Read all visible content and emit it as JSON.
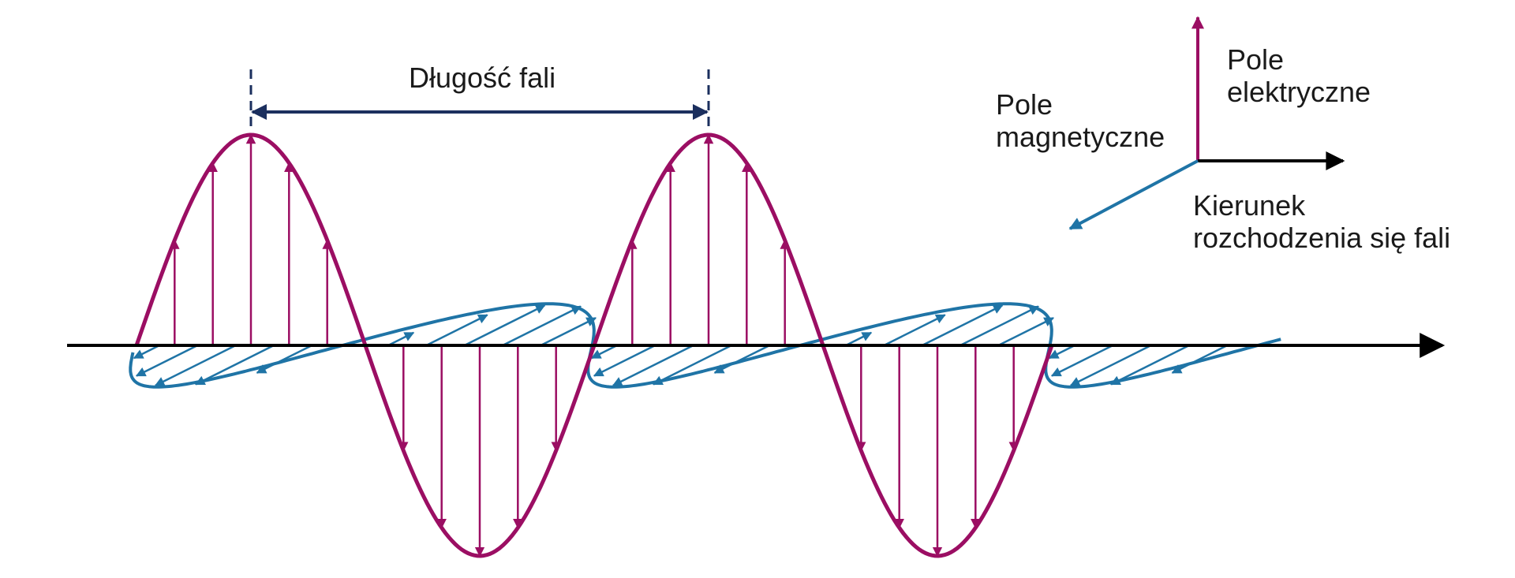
{
  "labels": {
    "wavelength": "Długość fali",
    "electric_field": [
      "Pole",
      "elektryczne"
    ],
    "magnetic_field": [
      "Pole",
      "magnetyczne"
    ],
    "propagation_direction": [
      "Kierunek",
      "rozchodzenia się fali"
    ]
  },
  "colors": {
    "electric": "#9b0e63",
    "magnetic": "#1f74a6",
    "axis": "#000000",
    "wavelength_marker": "#1b2f5e"
  }
}
